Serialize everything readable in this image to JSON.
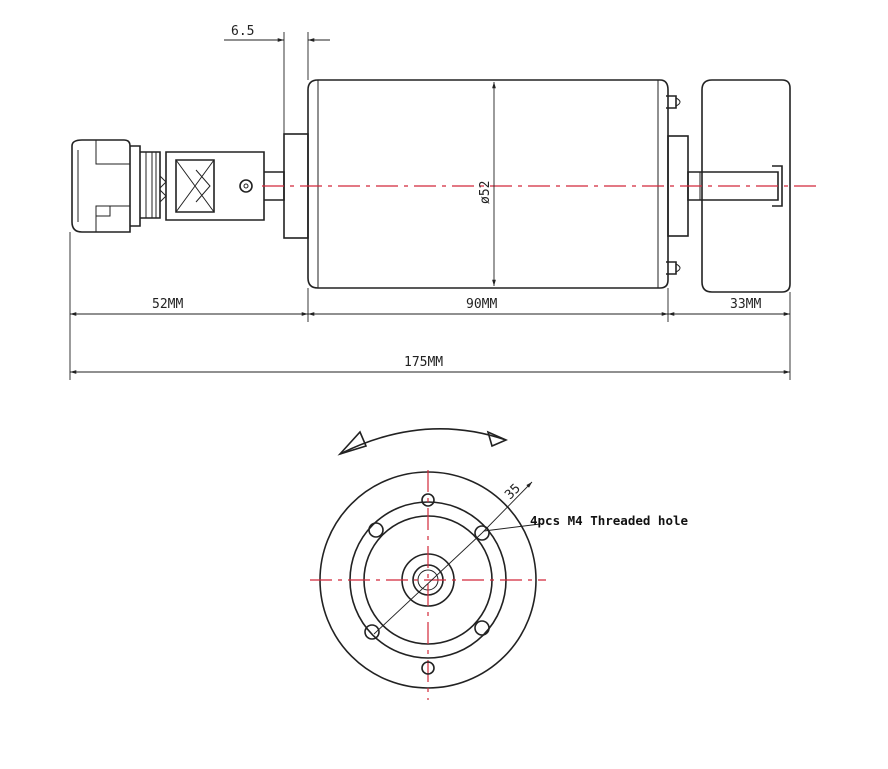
{
  "dimensions": {
    "flange_thickness": "6.5",
    "body_diameter": "ø52",
    "rear_length": "52MM",
    "body_length": "90MM",
    "front_length": "33MM",
    "overall_length": "175MM",
    "bolt_circle": "35"
  },
  "notes": {
    "threaded_holes": "4pcs M4 Threaded hole"
  },
  "colors": {
    "line": "#222222",
    "centerline": "#d2283a",
    "background": "#ffffff"
  }
}
